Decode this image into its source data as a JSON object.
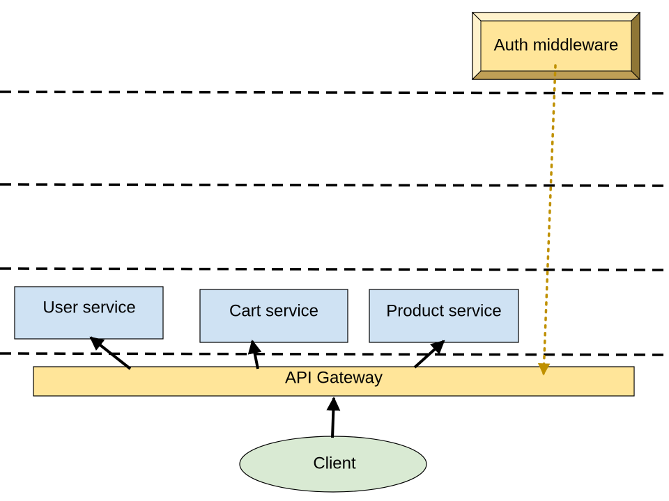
{
  "diagram": {
    "nodes": {
      "auth_middleware": {
        "label": "Auth middleware",
        "fill": "#ffe599",
        "stroke": "#000000"
      },
      "user_service": {
        "label": "User service",
        "fill": "#cfe2f3",
        "stroke": "#000000"
      },
      "cart_service": {
        "label": "Cart service",
        "fill": "#cfe2f3",
        "stroke": "#000000"
      },
      "product_service": {
        "label": "Product service",
        "fill": "#cfe2f3",
        "stroke": "#000000"
      },
      "api_gateway": {
        "label": "API Gateway",
        "fill": "#ffe599",
        "stroke": "#000000"
      },
      "client": {
        "label": "Client",
        "fill": "#d9ead3",
        "stroke": "#000000"
      }
    },
    "edges": [
      {
        "from": "client",
        "to": "api_gateway",
        "style": "solid",
        "color": "#000000"
      },
      {
        "from": "api_gateway",
        "to": "user_service",
        "style": "solid",
        "color": "#000000"
      },
      {
        "from": "api_gateway",
        "to": "cart_service",
        "style": "solid",
        "color": "#000000"
      },
      {
        "from": "api_gateway",
        "to": "product_service",
        "style": "solid",
        "color": "#000000"
      },
      {
        "from": "auth_middleware",
        "to": "api_gateway",
        "style": "dotted",
        "color": "#bf9000"
      }
    ],
    "separators": {
      "style": "dashed",
      "count": 4,
      "color": "#000000"
    }
  }
}
